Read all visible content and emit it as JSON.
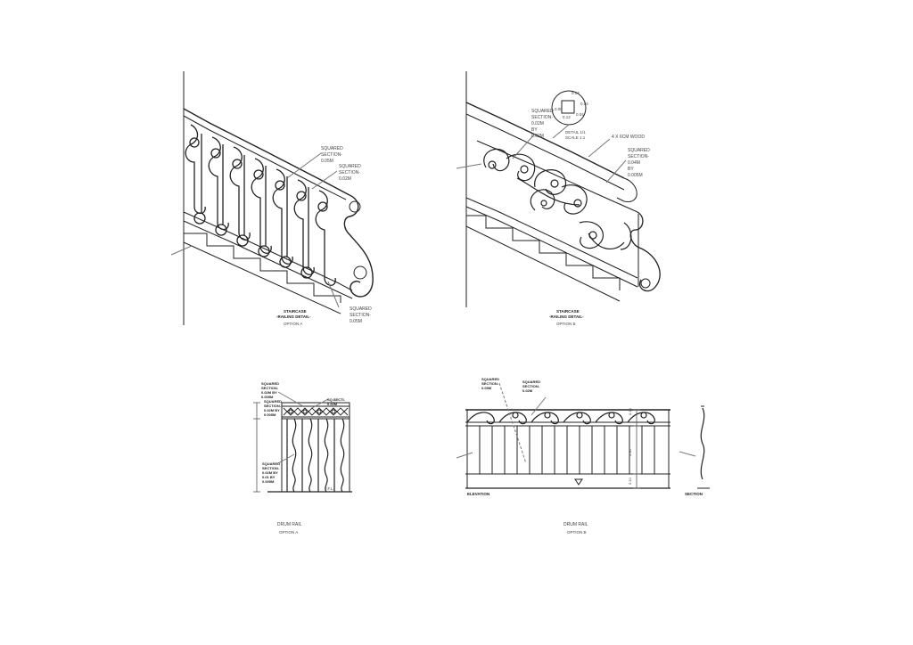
{
  "drawings": {
    "staircase_a": {
      "callouts": [
        "SQUARED",
        "SECTION-",
        "0.05M",
        "SQUARED",
        "SECTION-",
        "0.02M",
        "SQUARED",
        "SECTION-",
        "0.05M"
      ],
      "title": [
        "STAIRCASE",
        "-RAILING DETAIL-"
      ],
      "option": "OPTION A"
    },
    "staircase_b": {
      "detail_dims": [
        "0.04",
        "0.12",
        "0.04",
        "0.04",
        "0.06"
      ],
      "callouts": [
        "SQUARED",
        "SECTION-",
        "0.02M",
        "BY",
        "0.02M",
        "DETAIL 1/1",
        "SCALE 1:1",
        "4 X 6CM WOOD",
        "SQUARED",
        "SECTION-",
        "0.04M",
        "BY",
        "0.005M"
      ],
      "title": [
        "STAIRCASE",
        "-RAILING DETAIL-"
      ],
      "option": "OPTION B"
    },
    "drum_rail_a": {
      "callouts": [
        "SQUARED",
        "SECTION-",
        "0.02M BY",
        "0.005M",
        "SQUARED",
        "SECTION-",
        "0.02M BY",
        "0.005M",
        "SQ.SECTI-",
        "0.02M",
        "SQUARED",
        "SECTION-",
        "0.02M BY",
        "0.01 BY",
        "0.005M"
      ],
      "floor_label": "F.F.L.",
      "title": "DRUM RAIL",
      "option": "OPTION A"
    },
    "drum_rail_b": {
      "callouts": [
        "SQUARED",
        "SECTION-",
        "0.05M",
        "SQUARED",
        "SECTION-",
        "0.02M"
      ],
      "dims": [
        "0.10",
        "0.90",
        "0.10"
      ],
      "elevation_label": "ELEVATION",
      "section_label": "SECTION",
      "title": "DRUM RAIL",
      "option": "OPTION B"
    }
  },
  "colors": {
    "line": "#222222",
    "thin": "#555555",
    "text": "#444444",
    "paper": "#ffffff"
  }
}
